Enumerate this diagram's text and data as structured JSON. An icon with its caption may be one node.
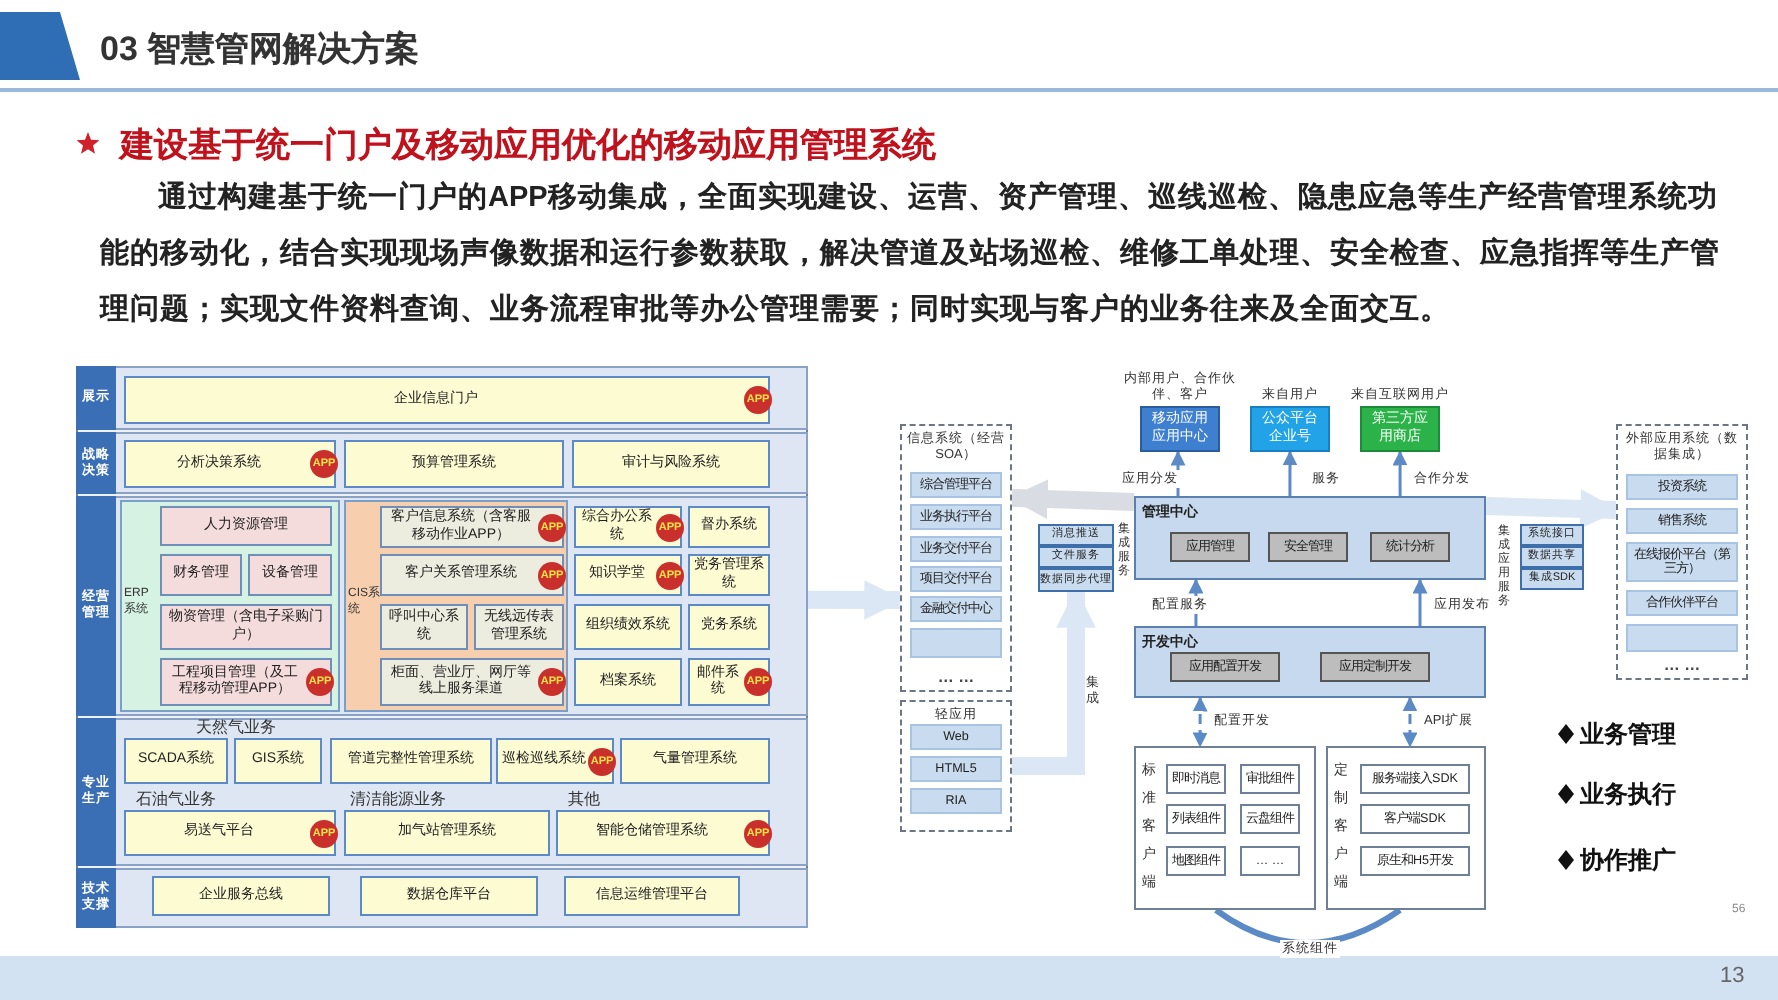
{
  "diagram": {
    "title": "03 智慧管网解决方案",
    "nodes": [
      {
        "text": [],
        "shape": "box"
      },
      {
        "text": [
          "展示"
        ],
        "in": 0
      },
      {
        "text": [
          "企业信息门户",
          "APP"
        ],
        "in": 1
      },
      {
        "text": [
          "战略决策"
        ],
        "in": 0
      },
      {
        "text": [
          "分析决策系统",
          "APP"
        ],
        "in": 3
      },
      {
        "text": [
          "预算管理系统"
        ],
        "in": 3
      },
      {
        "text": [
          "审计与风险系统"
        ],
        "in": 3
      },
      {
        "text": [
          "经营管理"
        ],
        "in": 0
      },
      {
        "text": [
          "ERP系统"
        ],
        "in": 7
      },
      {
        "text": [
          "人力资源管理"
        ],
        "in": 8
      },
      {
        "text": [
          "财务管理"
        ],
        "in": 8
      },
      {
        "text": [
          "设备管理"
        ],
        "in": 8
      },
      {
        "text": [
          "物资管理（含电子采购门户）"
        ],
        "in": 8
      },
      {
        "text": [
          "工程项目管理（及工程移动管理APP）",
          "APP"
        ],
        "in": 8
      },
      {
        "text": [
          "CIS系统"
        ],
        "in": 7
      },
      {
        "text": [
          "客户信息系统（含客服移动作业APP）",
          "APP"
        ],
        "in": 14
      },
      {
        "text": [
          "客户关系管理系统",
          "APP"
        ],
        "in": 14
      },
      {
        "text": [
          "呼叫中心系统"
        ],
        "in": 14
      },
      {
        "text": [
          "无线远传表管理系统"
        ],
        "in": 14
      },
      {
        "text": [
          "柜面、营业厅、网厅等线上服务渠道",
          "APP"
        ],
        "in": 14
      },
      {
        "text": [
          "综合办公系统",
          "APP"
        ],
        "in": 7
      },
      {
        "text": [
          "督办系统"
        ],
        "in": 7
      },
      {
        "text": [
          "知识学堂",
          "APP"
        ],
        "in": 7
      },
      {
        "text": [
          "党务管理系统"
        ],
        "in": 7
      },
      {
        "text": [
          "组织绩效系统"
        ],
        "in": 7
      },
      {
        "text": [
          "党务系统"
        ],
        "in": 7
      },
      {
        "text": [
          "档案系统"
        ],
        "in": 7
      },
      {
        "text": [
          "邮件系统",
          "APP"
        ],
        "in": 7
      },
      {
        "text": [
          "专业生产"
        ],
        "in": 0
      },
      {
        "text": [
          "SCADA系统"
        ],
        "in": 28
      },
      {
        "text": [
          "GIS系统"
        ],
        "in": 28
      },
      {
        "text": [
          "管道完整性管理系统"
        ],
        "in": 28
      },
      {
        "text": [
          "巡检巡线系统",
          "APP"
        ],
        "in": 28
      },
      {
        "text": [
          "气量管理系统"
        ],
        "in": 28
      },
      {
        "text": [
          "易送气平台",
          "APP"
        ],
        "in": 28
      },
      {
        "text": [
          "加气站管理系统"
        ],
        "in": 28
      },
      {
        "text": [
          "智能仓储管理系统",
          "APP"
        ],
        "in": 28
      },
      {
        "text": [
          "技术支撑"
        ],
        "in": 0
      },
      {
        "text": [
          "企业服务总线"
        ],
        "in": 37
      },
      {
        "text": [
          "数据仓库平台"
        ],
        "in": 37
      },
      {
        "text": [
          "信息运维管理平台"
        ],
        "in": 37
      },
      {
        "text": [
          "信息系统（经营SOA）",
          "… …"
        ]
      },
      {
        "text": [
          "综合管理平台"
        ],
        "in": 41
      },
      {
        "text": [
          "业务执行平台"
        ],
        "in": 41
      },
      {
        "text": [
          "业务交付平台"
        ],
        "in": 41
      },
      {
        "text": [
          "项目交付平台"
        ],
        "in": 41
      },
      {
        "text": [
          "金融交付中心"
        ],
        "in": 41
      },
      {
        "text": [],
        "shape": "box",
        "in": 41
      },
      {
        "text": [
          "轻应用"
        ]
      },
      {
        "text": [
          "Web"
        ],
        "in": 48
      },
      {
        "text": [
          "HTML5"
        ],
        "in": 48
      },
      {
        "text": [
          "RIA"
        ],
        "in": 48
      },
      {
        "text": [
          "消息推送"
        ]
      },
      {
        "text": [
          "文件服务"
        ]
      },
      {
        "text": [
          "数据同步代理"
        ]
      },
      {
        "text": [
          "移动应用应用中心"
        ],
        "beside": [
          "内部用户、合作伙伴、客户"
        ]
      },
      {
        "text": [
          "公众平台企业号"
        ],
        "beside": [
          "来自用户"
        ]
      },
      {
        "text": [
          "第三方应用商店"
        ],
        "beside": [
          "来自互联网用户"
        ]
      },
      {
        "text": [
          "管理中心"
        ]
      },
      {
        "text": [
          "应用管理"
        ],
        "in": 58
      },
      {
        "text": [
          "安全管理"
        ],
        "in": 58
      },
      {
        "text": [
          "统计分析"
        ],
        "in": 58
      },
      {
        "text": [
          "开发中心"
        ]
      },
      {
        "text": [
          "应用配置开发"
        ],
        "in": 62
      },
      {
        "text": [
          "应用定制开发"
        ],
        "in": 62
      },
      {
        "text": [
          "标准客户端"
        ]
      },
      {
        "text": [
          "即时消息"
        ],
        "in": 65
      },
      {
        "text": [
          "审批组件"
        ],
        "in": 65
      },
      {
        "text": [
          "列表组件"
        ],
        "in": 65
      },
      {
        "text": [
          "云盘组件"
        ],
        "in": 65
      },
      {
        "text": [
          "地图组件"
        ],
        "in": 65
      },
      {
        "text": [
          "… …"
        ],
        "in": 65
      },
      {
        "text": [
          "定制客户端"
        ]
      },
      {
        "text": [
          "服务端接入SDK"
        ],
        "in": 72
      },
      {
        "text": [
          "客户端SDK"
        ],
        "in": 72
      },
      {
        "text": [
          "原生和H5开发"
        ],
        "in": 72
      },
      {
        "text": [
          "系统接口"
        ]
      },
      {
        "text": [
          "数据共享"
        ]
      },
      {
        "text": [
          "集成SDK"
        ]
      },
      {
        "text": [
          "外部应用系统（数据集成）",
          "… …"
        ]
      },
      {
        "text": [
          "投资系统"
        ],
        "in": 79
      },
      {
        "text": [
          "销售系统"
        ],
        "in": 79
      },
      {
        "text": [
          "在线报价平台（第三方）"
        ],
        "in": 79
      },
      {
        "text": [
          "合作伙伴平台"
        ],
        "in": 79
      },
      {
        "text": [],
        "shape": "box",
        "in": 79
      }
    ],
    "edges": [
      {
        "from": 0,
        "to": 41,
        "arrow": "to",
        "style": "thick",
        "color": "#dbe7f5"
      },
      {
        "from": 58,
        "to": 41,
        "arrow": "to",
        "style": "thick",
        "color": "#d9dde3"
      },
      {
        "from": 58,
        "to": 79,
        "arrow": "to",
        "style": "thick",
        "color": "#dbe7f5"
      },
      {
        "from": 58,
        "to": 55,
        "arrow": "to",
        "label": "应用分发"
      },
      {
        "from": 58,
        "to": 56,
        "arrow": "to",
        "label": "服务"
      },
      {
        "from": 58,
        "to": 57,
        "arrow": "to",
        "label": "合作分发"
      },
      {
        "from": 62,
        "to": 58,
        "arrow": "to",
        "label": "配置服务"
      },
      {
        "from": 62,
        "to": 58,
        "arrow": "to",
        "label": "应用发布"
      },
      {
        "from": 62,
        "to": 65,
        "arrow": "both",
        "label": "配置开发",
        "style": "dashed"
      },
      {
        "from": 62,
        "to": 72,
        "arrow": "both",
        "label": "API扩展",
        "style": "dashed"
      },
      {
        "from": 65,
        "to": 72,
        "arrow": "none",
        "label": "系统组件",
        "style": "thick"
      },
      {
        "from": 48,
        "to": 54,
        "arrow": "to",
        "label": "集成",
        "style": "thick",
        "color": "#dbe7f5"
      }
    ],
    "labels": [
      "建设基于统一门户及移动应用优化的移动应用管理系统",
      "通过构建基于统一门户的APP移动集成，全面实现建设、运营、资产管理、巡线巡检、隐患应急等生产经营管理系统功能的移动化，结合实现现场声像数据和运行参数获取，解决管道及站场巡检、维修工单处理、安全检查、应急指挥等生产管理问题；实现文件资料查询、业务流程审批等办公管理需要；同时实现与客户的业务往来及全面交互。",
      "天然气业务",
      "石油气业务",
      "清洁能源业务",
      "其他",
      "集成服务",
      "集成应用服务",
      "业务管理",
      "业务执行",
      "协作推广",
      "56",
      "13"
    ]
  }
}
